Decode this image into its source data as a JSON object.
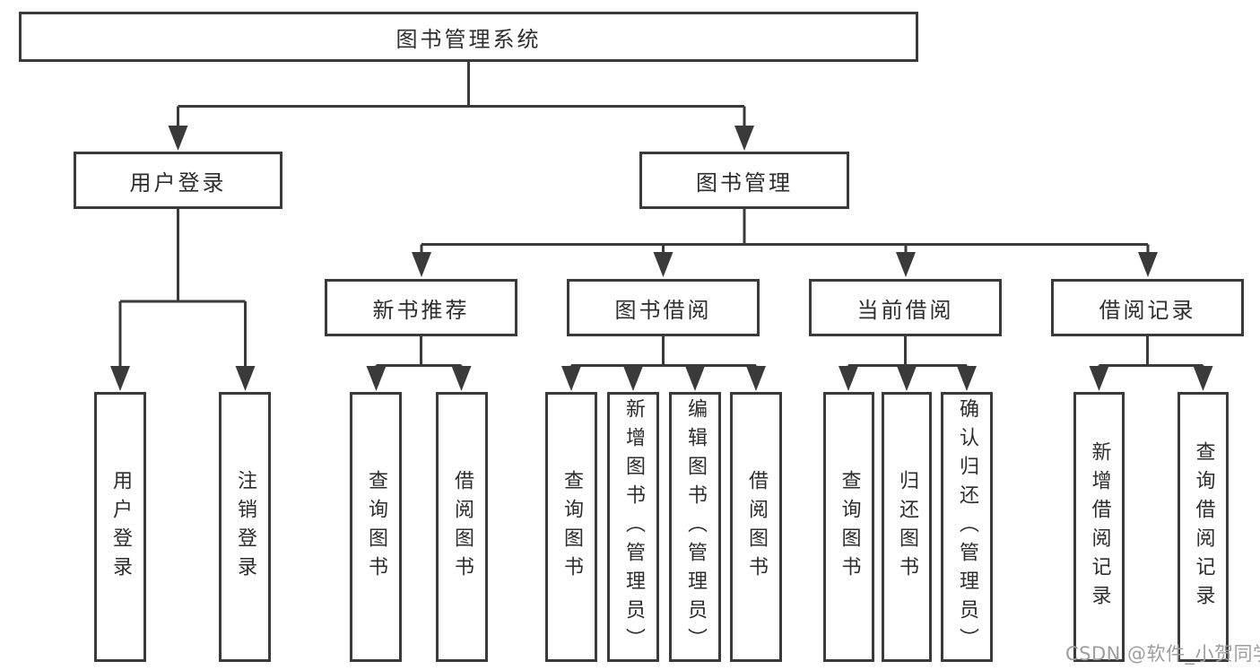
{
  "root": {
    "label": "图书管理系统"
  },
  "user_login": {
    "label": "用户登录",
    "children": [
      "用户登录",
      "注销登录"
    ]
  },
  "book_management": {
    "label": "图书管理",
    "sections": [
      {
        "label": "新书推荐",
        "children": [
          "查询图书",
          "借阅图书"
        ]
      },
      {
        "label": "图书借阅",
        "children": [
          "查询图书",
          "新增图书（管理员）",
          "编辑图书（管理员）",
          "借阅图书"
        ]
      },
      {
        "label": "当前借阅",
        "children": [
          "查询图书",
          "归还图书",
          "确认归还（管理员）"
        ]
      },
      {
        "label": "借阅记录",
        "children": [
          "新增借阅记录",
          "查询借阅记录"
        ]
      }
    ]
  },
  "watermark": {
    "text": "CSDN @软件_小贺同学"
  },
  "colors": {
    "line": "#3a3a3a",
    "text": "#2d2d2d",
    "watermark_text": "#9e9e9e",
    "background": "#ffffff"
  }
}
